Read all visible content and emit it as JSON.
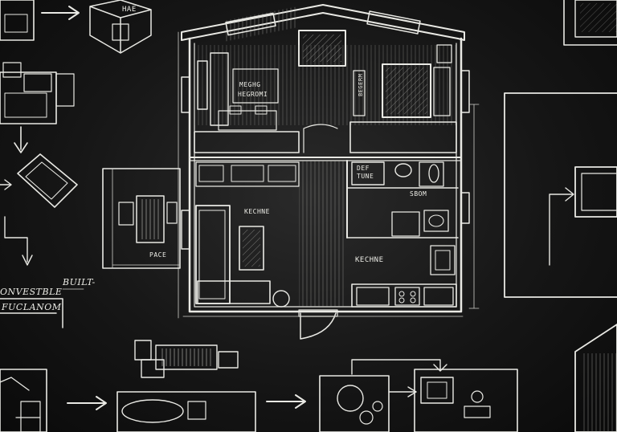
{
  "board": {
    "background_color": "#161616",
    "chalk_color": "#e9e9e4"
  },
  "labels": {
    "top_sketch": "HAE",
    "living_room_sign_line1": "MEGHG",
    "living_room_sign_line2": "HEGROMI",
    "bedroom_side": "BEGERM",
    "kitchen_upper": "KECHNE",
    "bath_note_line1": "DEF",
    "bath_note_line2": "TUNE",
    "bath_label": "SBOM",
    "kitchen_lower": "KECHNE",
    "dining_detail": "PACE",
    "left_note_line1": "ONVESTBLE",
    "left_note_line2": "FUCLANOM",
    "left_note_builtin": "BUILT-"
  },
  "icons": {
    "arrow": "right-arrow-icon",
    "down_arrow": "down-arrow-icon"
  }
}
